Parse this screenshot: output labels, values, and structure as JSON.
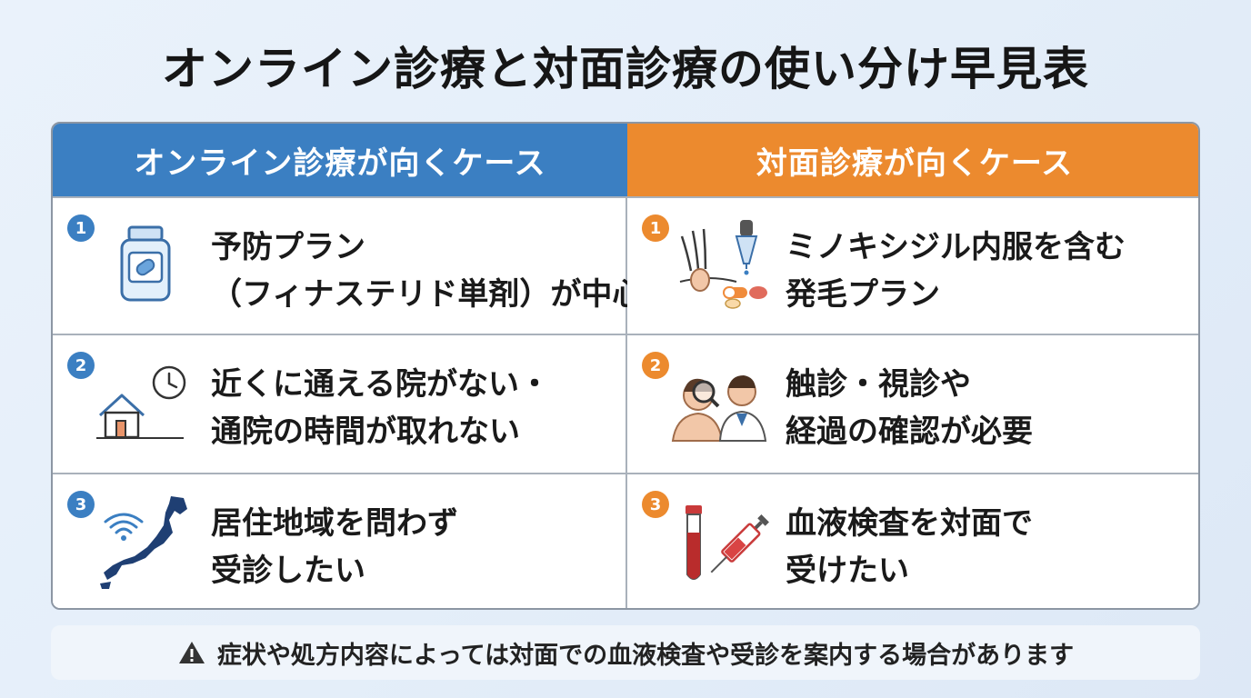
{
  "title": "オンライン診療と対面診療の使い分け早見表",
  "columns": {
    "online": "オンライン診療が向くケース",
    "inperson": "対面診療が向くケース"
  },
  "online_rows": [
    {
      "number": "1",
      "icon": "medicine-bottle-icon",
      "line1": "予防プラン",
      "line2": "（フィナステリド単剤）が中心"
    },
    {
      "number": "2",
      "icon": "house-clock-icon",
      "line1": "近くに通える院がない・",
      "line2": "通院の時間が取れない"
    },
    {
      "number": "3",
      "icon": "japan-map-wifi-icon",
      "line1": "居住地域を問わず",
      "line2": "受診したい"
    }
  ],
  "inperson_rows": [
    {
      "number": "1",
      "icon": "hair-follicle-dropper-pills-icon",
      "line1": "ミノキシジル内服を含む",
      "line2": "発毛プラン"
    },
    {
      "number": "2",
      "icon": "doctor-examining-patient-icon",
      "line1": "触診・視診や",
      "line2": "経過の確認が必要"
    },
    {
      "number": "3",
      "icon": "blood-tube-syringe-icon",
      "line1": "血液検査を対面で",
      "line2": "受けたい"
    }
  ],
  "note": "症状や処方内容によっては対面での血液検査や受診を案内する場合があります",
  "colors": {
    "online": "#3b7fc2",
    "inperson": "#ec8a2e"
  }
}
